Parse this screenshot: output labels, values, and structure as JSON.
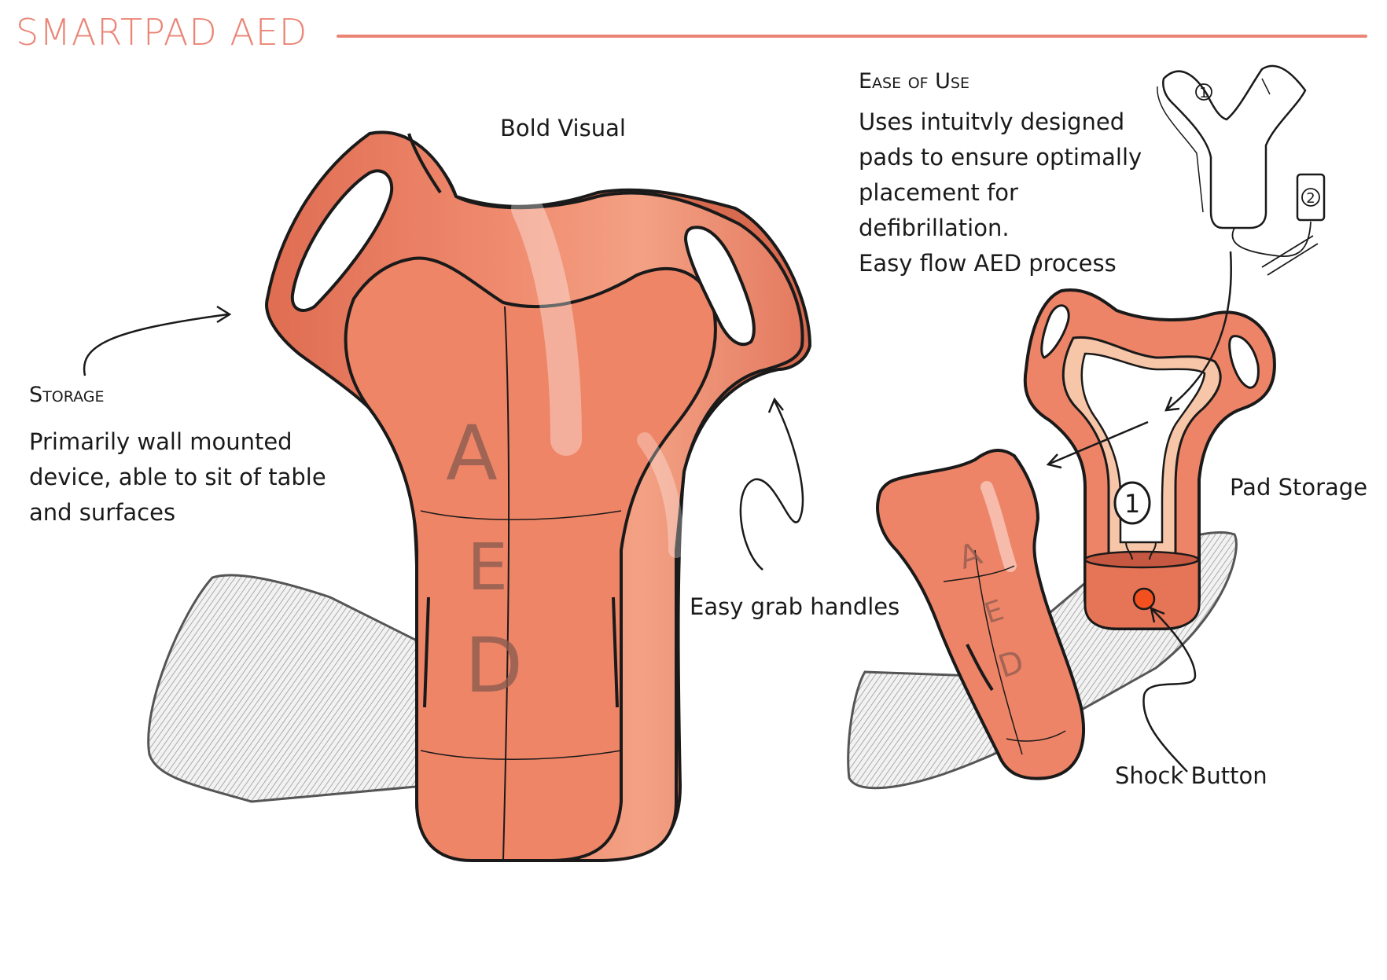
{
  "title": "SMARTPAD AED",
  "labels": {
    "bold_visual": "Bold Visual",
    "easy_grab": "Easy grab handles",
    "pad_storage": "Pad Storage",
    "shock_button": "Shock Button"
  },
  "storage": {
    "heading": "Storage",
    "lines": [
      "Primarily wall mounted",
      "device, able to sit of table",
      "and surfaces"
    ]
  },
  "ease_of_use": {
    "heading": "Ease of Use",
    "lines": [
      "Uses intuitvly designed",
      "pads to ensure optimally",
      "placement for",
      "defibrillation.",
      "Easy flow AED process"
    ]
  },
  "device_lettering": {
    "large": [
      "A",
      "E",
      "D"
    ],
    "small": [
      "A",
      "E",
      "D"
    ]
  },
  "pad_numbers": [
    "1",
    "2",
    "1"
  ],
  "colors": {
    "accent": "#ea8576",
    "body_orange": "#ee8568",
    "body_dark": "#d8644a",
    "shadow": "#bdbdbd",
    "ink": "#1a1a1a",
    "button_red": "#f3501f"
  }
}
